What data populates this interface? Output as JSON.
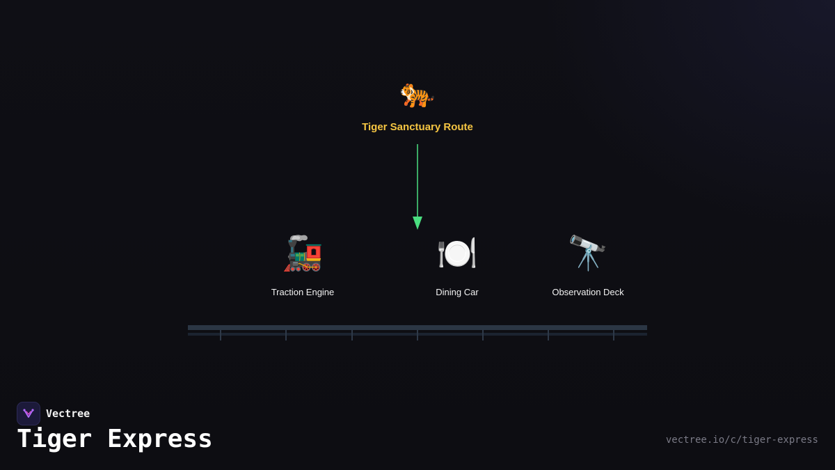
{
  "diagram": {
    "root": {
      "icon": "🐅",
      "icon_name": "tiger-icon",
      "label": "Tiger Sanctuary Route",
      "label_color": "#f5c542"
    },
    "connector_color": "#4ade80",
    "children": [
      {
        "icon": "🚂",
        "icon_name": "steam-locomotive-icon",
        "label": "Traction Engine"
      },
      {
        "icon": "🍽️",
        "icon_name": "plate-cutlery-icon",
        "label": "Dining Car"
      },
      {
        "icon": "🔭",
        "icon_name": "telescope-icon",
        "label": "Observation Deck"
      }
    ]
  },
  "footer": {
    "brand_name": "Vectree",
    "title": "Tiger Express",
    "url": "vectree.io/c/tiger-express"
  }
}
